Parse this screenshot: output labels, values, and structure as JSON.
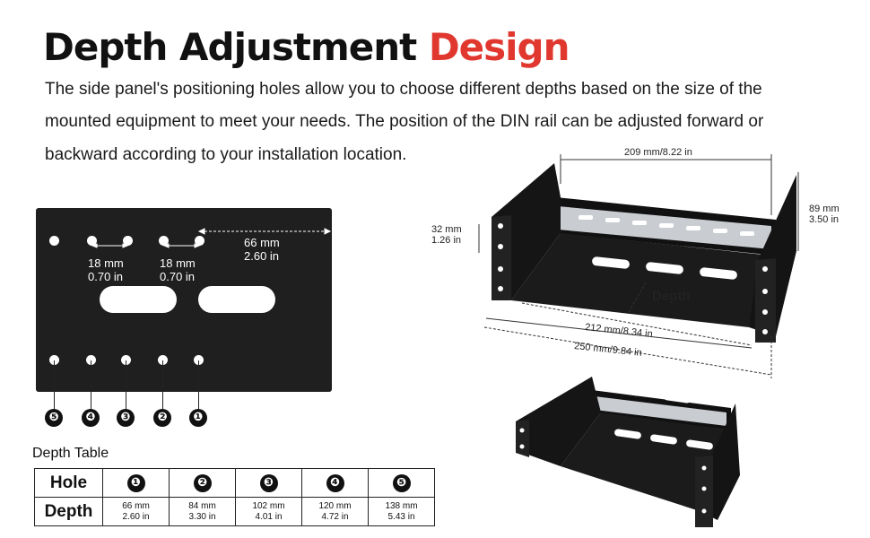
{
  "title": {
    "part1": "Depth Adjustment ",
    "part2": "Design"
  },
  "description": [
    "The side panel's positioning holes allow you to choose different depths based on the size of the",
    "mounted equipment to meet your needs. The position of the DIN rail can be adjusted forward or",
    "backward according to your installation location."
  ],
  "panel": {
    "spacing1": [
      "18 mm",
      "0.70 in"
    ],
    "spacing2": [
      "18 mm",
      "0.70 in"
    ],
    "offset": [
      "66 mm",
      "2.60 in"
    ],
    "hole_numbers": [
      "❺",
      "❹",
      "❸",
      "❷",
      "❶"
    ]
  },
  "bracket": {
    "width": "209 mm/8.22 in",
    "height_left": [
      "32 mm",
      "1.26 in"
    ],
    "height_right": [
      "89 mm",
      "3.50 in"
    ],
    "depth_label": "Depth",
    "depth_inner": "212 mm/8.34 in",
    "depth_outer": "250 mm/9.84 in"
  },
  "table": {
    "title": "Depth Table",
    "row1_header": "Hole",
    "row2_header": "Depth",
    "holes": [
      "❶",
      "❷",
      "❸",
      "❹",
      "❺"
    ],
    "depths": [
      [
        "66 mm",
        "2.60 in"
      ],
      [
        "84 mm",
        "3.30 in"
      ],
      [
        "102 mm",
        "4.01 in"
      ],
      [
        "120 mm",
        "4.72 in"
      ],
      [
        "138 mm",
        "5.43 in"
      ]
    ]
  },
  "colors": {
    "accent": "#e0372f",
    "panel": "#1f1f1f",
    "rail": "#c9ccd1"
  }
}
